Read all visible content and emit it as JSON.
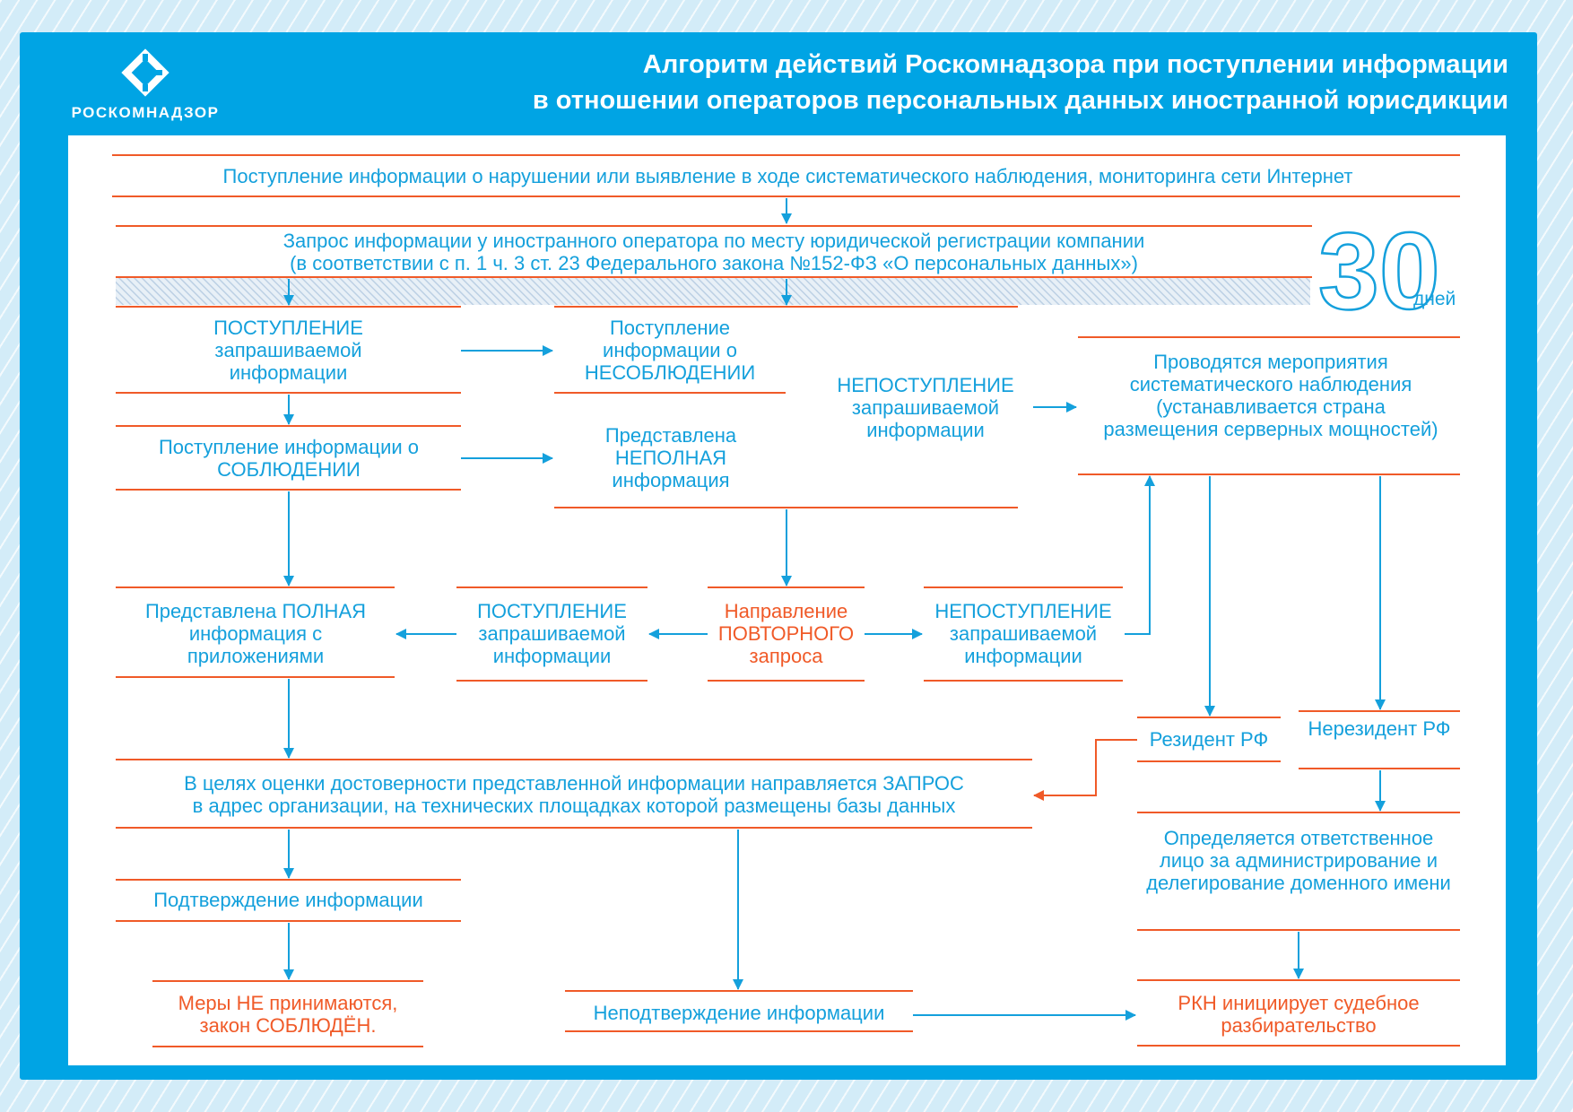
{
  "header": {
    "title_line1": "Алгоритм действий Роскомнадзора при поступлении информации",
    "title_line2": "в отношении операторов персональных данных иностранной юрисдикции",
    "logo_text": "РОСКОМНАДЗОР"
  },
  "deadline": {
    "number": "30",
    "unit": "дней"
  },
  "colors": {
    "frame": "#00a4e4",
    "text_blue": "#14a0dc",
    "accent_orange": "#f05a28",
    "background": "#d3ecf8"
  },
  "nodes": {
    "receipt": "Поступление информации о нарушении или выявление в ходе систематического наблюдения, мониторинга сети Интернет",
    "request_line1": "Запрос информации у иностранного оператора по месту юридической регистрации компании",
    "request_line2": "(в соответствии с п. 1 ч. 3 ст. 23 Федерального закона №152-ФЗ «О персональных данных»)",
    "received": "ПОСТУПЛЕНИЕ запрашиваемой информации",
    "noncompliance": "Поступление информации о НЕСОБЛЮДЕНИИ",
    "not_received": "НЕПОСТУПЛЕНИЕ запрашиваемой информации",
    "monitoring": "Проводятся мероприятия систематического наблюдения (устанавливается страна размещения серверных мощностей)",
    "compliance": "Поступление информации о СОБЛЮДЕНИИ",
    "incomplete": "Представлена НЕПОЛНАЯ информация",
    "full": "Представлена ПОЛНАЯ информация с приложениями",
    "received_2": "ПОСТУПЛЕНИЕ запрашиваемой информации",
    "repeat_request": "Направление ПОВТОРНОГО запроса",
    "not_received_2": "НЕПОСТУПЛЕНИЕ запрашиваемой информации",
    "resident": "Резидент РФ",
    "nonresident": "Нерезидент РФ",
    "verify_request_line1": "В целях оценки достоверности представленной информации направляется ЗАПРОС",
    "verify_request_line2": "в адрес организации, на технических площадках которой размещены базы данных",
    "responsible": "Определяется ответственное лицо за администрирование и делегирование доменного имени",
    "confirmed": "Подтверждение информации",
    "no_measures_line1": "Меры НЕ принимаются,",
    "no_measures_line2": "закон СОБЛЮДЁН.",
    "not_confirmed": "Неподтверждение информации",
    "court": "РКН инициирует судебное разбирательство"
  }
}
